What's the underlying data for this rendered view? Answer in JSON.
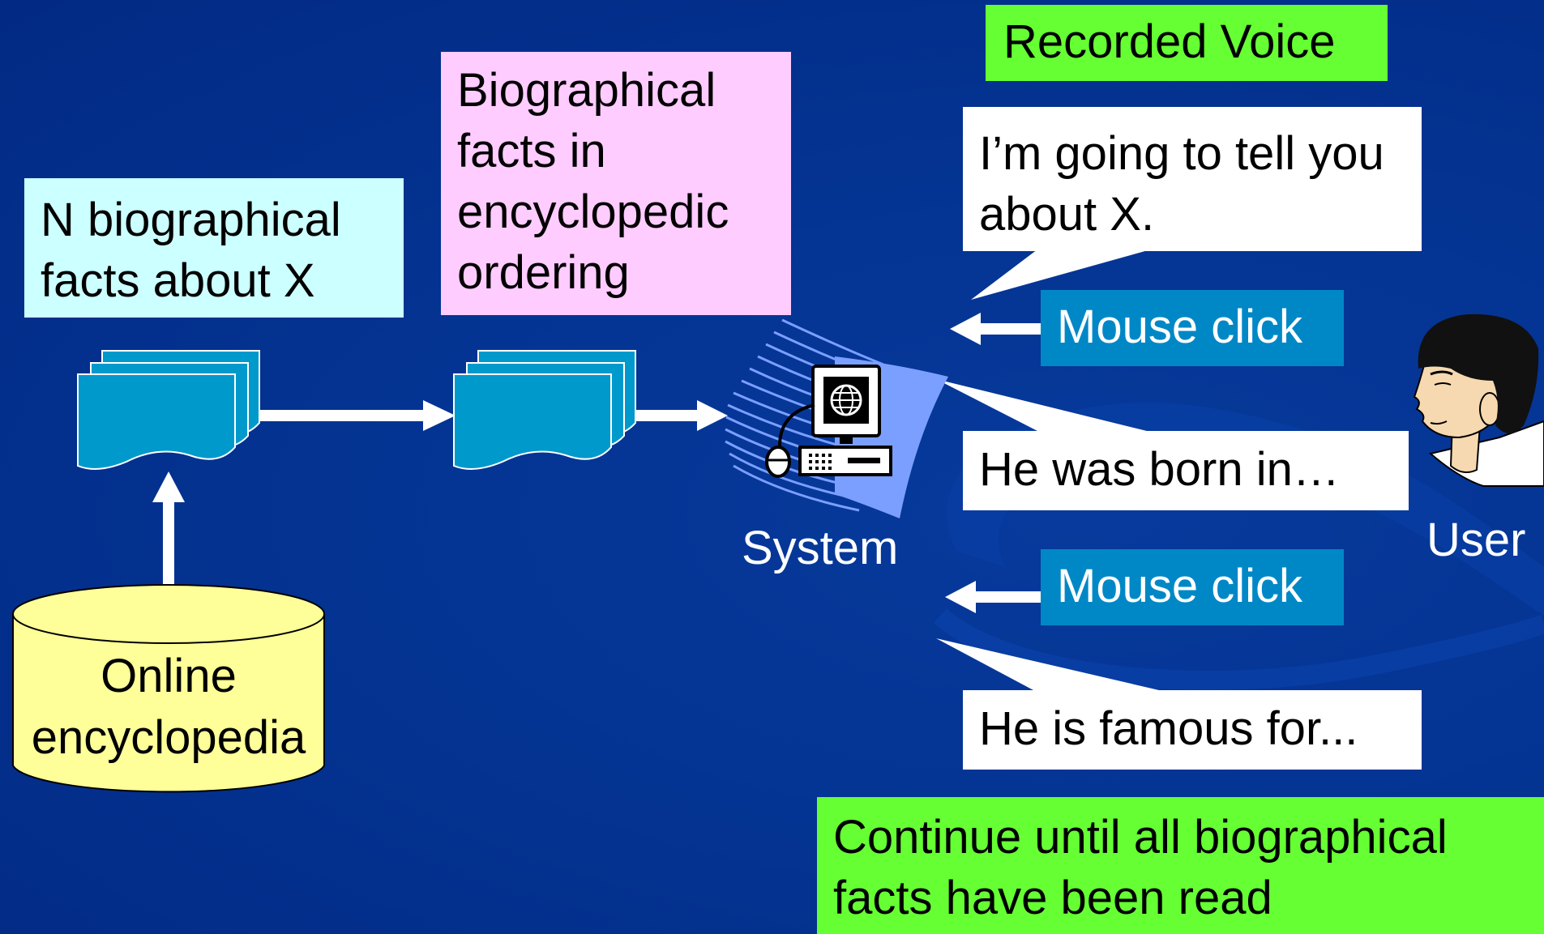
{
  "labels": {
    "recorded_voice": "Recorded Voice",
    "n_facts": "N biographical facts about X",
    "encyclopedic_order": "Biographical facts in encyclopedic ordering",
    "encyclopedia_line1": "Online",
    "encyclopedia_line2": "encyclopedia",
    "system": "System",
    "user": "User",
    "mouse_click_1": "Mouse click",
    "mouse_click_2": "Mouse click",
    "continue_note": "Continue until all biographical facts have been read"
  },
  "speech": {
    "line1": "I’m going to tell you about X.",
    "line2": "He was born in…",
    "line3": "He is famous for..."
  },
  "colors": {
    "background": "#043493",
    "green_box": "#66ff33",
    "cyan_box": "#ccffff",
    "pink_box": "#ffccff",
    "yellow_db": "#ffff99",
    "doc_blue": "#0099cc",
    "click_box": "#0088c6",
    "system_swoosh": "#7b9fff"
  },
  "icons": [
    "document-stack-icon",
    "database-cylinder-icon",
    "computer-terminal-icon",
    "globe-icon",
    "mouse-icon",
    "user-person-icon"
  ]
}
